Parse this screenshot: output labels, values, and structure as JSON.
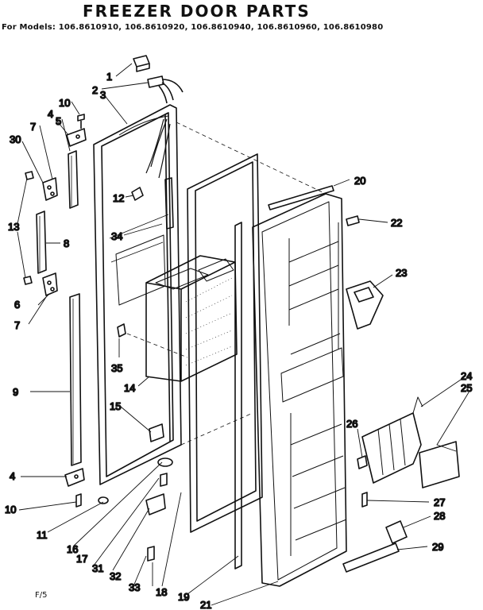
{
  "header": {
    "title": "FREEZER DOOR PARTS",
    "models": "For Models: 106.8610910, 106.8610920, 106.8610940, 106.8610960, 106.8610980"
  },
  "footer": {
    "code": "F/5"
  },
  "callouts": [
    "1",
    "2",
    "3",
    "4",
    "5",
    "6",
    "7",
    "7",
    "8",
    "9",
    "10",
    "10",
    "11",
    "12",
    "13",
    "14",
    "15",
    "16",
    "17",
    "18",
    "19",
    "20",
    "21",
    "22",
    "23",
    "24",
    "25",
    "26",
    "27",
    "28",
    "29",
    "30",
    "31",
    "32",
    "33",
    "34",
    "35",
    "4"
  ],
  "colors": {
    "ink": "#111111",
    "paper": "#ffffff"
  }
}
